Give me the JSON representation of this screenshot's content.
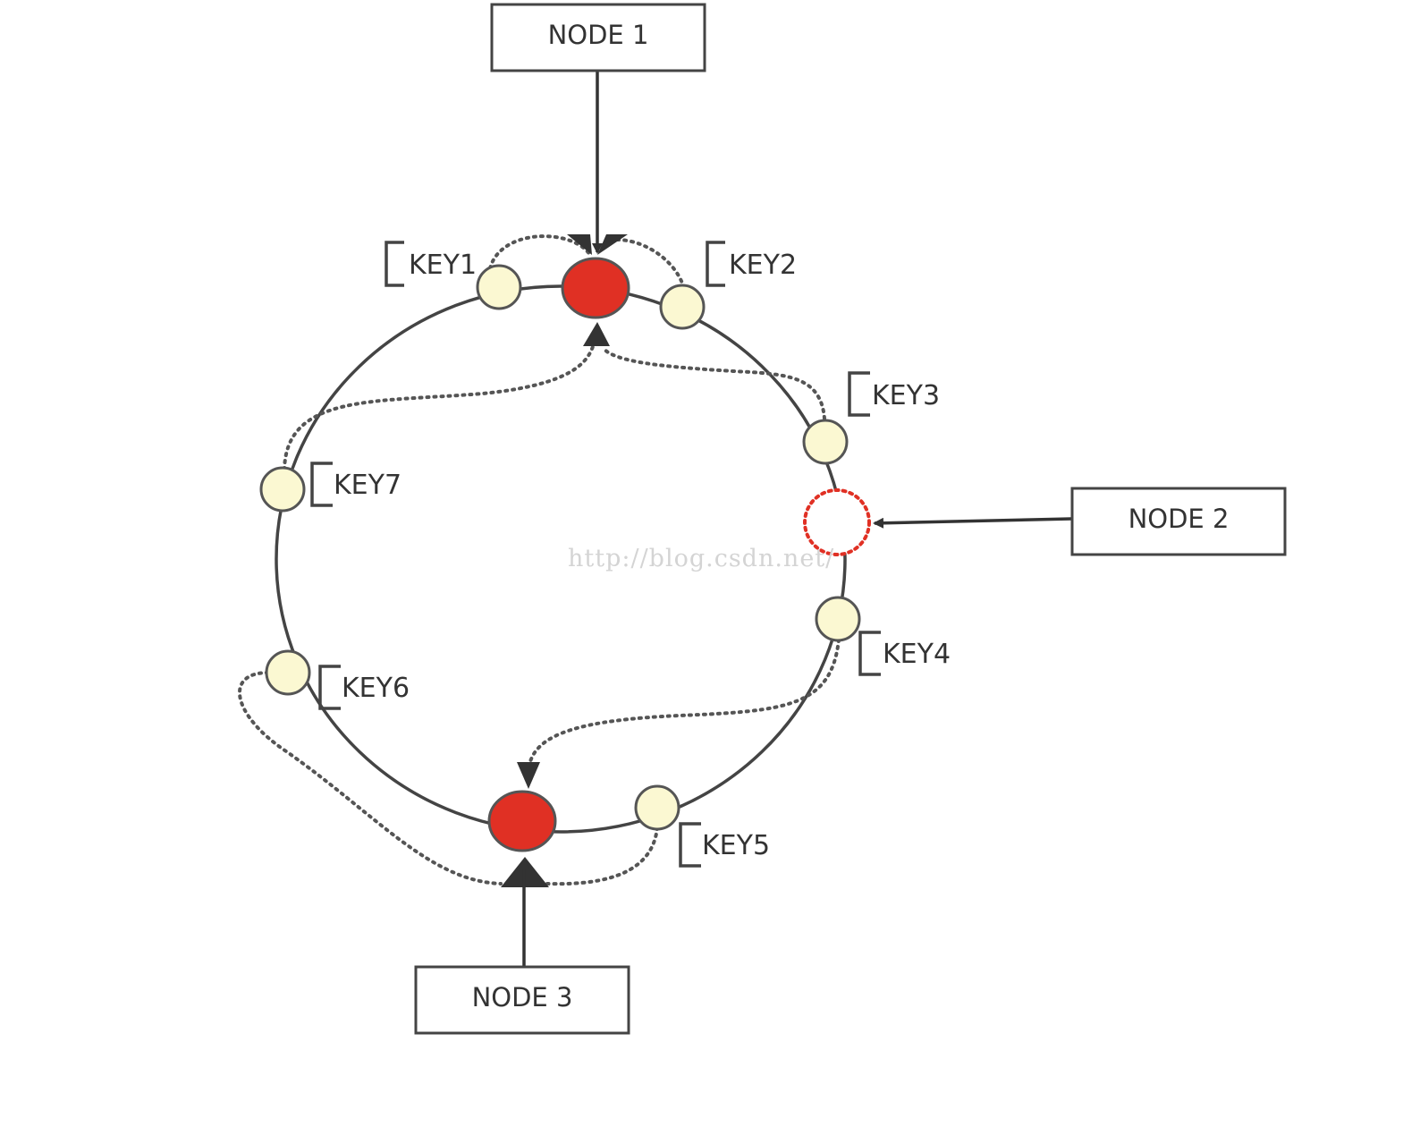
{
  "nodes": [
    {
      "label": "NODE 1"
    },
    {
      "label": "NODE 2"
    },
    {
      "label": "NODE 3"
    }
  ],
  "keys": [
    {
      "label": "KEY1"
    },
    {
      "label": "KEY2"
    },
    {
      "label": "KEY3"
    },
    {
      "label": "KEY4"
    },
    {
      "label": "KEY5"
    },
    {
      "label": "KEY6"
    },
    {
      "label": "KEY7"
    }
  ],
  "watermark": "http://blog.csdn.net/",
  "colors": {
    "ring": "#444444",
    "active_node_fill": "#e03024",
    "removed_node_stroke": "#e03024",
    "key_fill": "#fbf8d2",
    "key_stroke": "#555555",
    "arrow": "#333333",
    "box_stroke": "#444444"
  }
}
